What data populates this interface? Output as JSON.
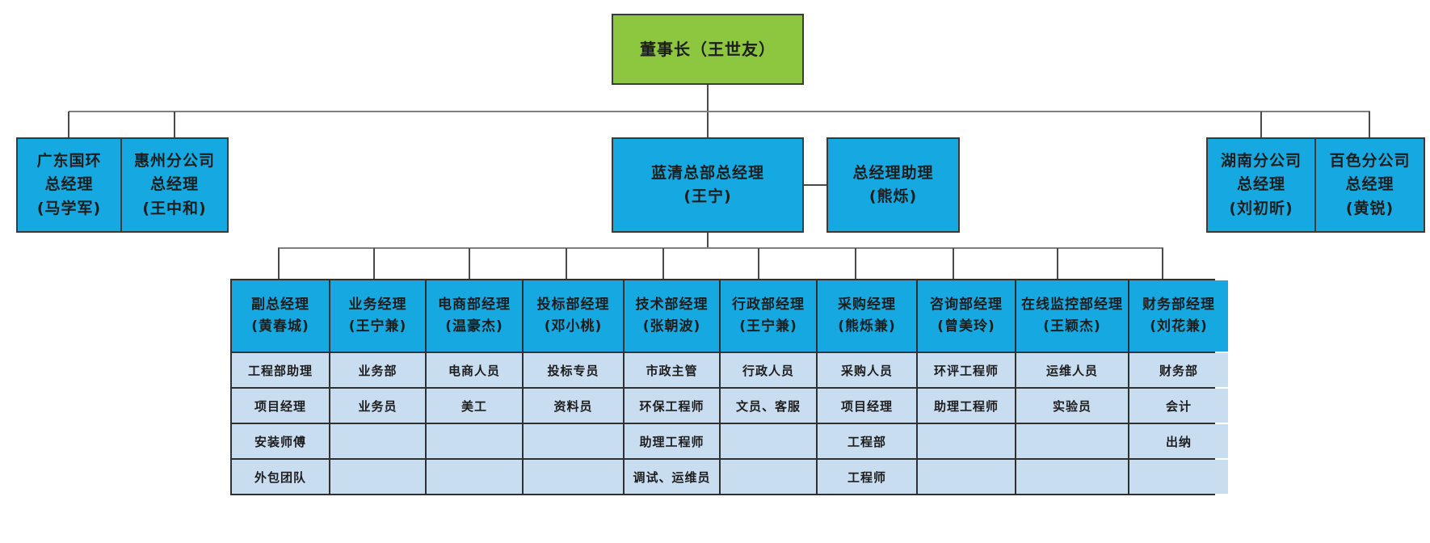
{
  "colors": {
    "chairman_green": "#8dc63f",
    "box_blue": "#16a9e1",
    "cell_light_blue": "#c9ddf1"
  },
  "chairman": {
    "label": "董事长（王世友）"
  },
  "level2": [
    {
      "lines": [
        "广东国环",
        "总经理",
        "(马学军)"
      ]
    },
    {
      "lines": [
        "惠州分公司",
        "总经理",
        "(王中和)"
      ]
    },
    {
      "lines": [
        "蓝清总部总经理",
        "(王宁)"
      ]
    },
    {
      "lines": [
        "总经理助理",
        "(熊烁)"
      ]
    },
    {
      "lines": [
        "湖南分公司",
        "总经理",
        "(刘初昕)"
      ]
    },
    {
      "lines": [
        "百色分公司",
        "总经理",
        "(黄锐)"
      ]
    }
  ],
  "table": {
    "columns": [
      {
        "title": "副总经理",
        "name": "(黄春城)",
        "staff": [
          "工程部助理",
          "项目经理",
          "安装师傅",
          "外包团队"
        ]
      },
      {
        "title": "业务经理",
        "name": "(王宁兼)",
        "staff": [
          "业务部",
          "业务员",
          "",
          ""
        ]
      },
      {
        "title": "电商部经理",
        "name": "(温豪杰)",
        "staff": [
          "电商人员",
          "美工",
          "",
          ""
        ]
      },
      {
        "title": "投标部经理",
        "name": "(邓小桃)",
        "staff": [
          "投标专员",
          "资料员",
          "",
          ""
        ]
      },
      {
        "title": "技术部经理",
        "name": "(张朝波)",
        "staff": [
          "市政主管",
          "环保工程师",
          "助理工程师",
          "调试、运维员"
        ]
      },
      {
        "title": "行政部经理",
        "name": "(王宁兼)",
        "staff": [
          "行政人员",
          "文员、客服",
          "",
          ""
        ]
      },
      {
        "title": "采购经理",
        "name": "(熊烁兼)",
        "staff": [
          "采购人员",
          "项目经理",
          "工程部",
          "工程师"
        ]
      },
      {
        "title": "咨询部经理",
        "name": "(曾美玲)",
        "staff": [
          "环评工程师",
          "助理工程师",
          "",
          ""
        ]
      },
      {
        "title": "在线监控部经理",
        "name": "(王颖杰)",
        "staff": [
          "运维人员",
          "实验员",
          "",
          ""
        ]
      },
      {
        "title": "财务部经理",
        "name": "(刘花兼)",
        "staff": [
          "财务部",
          "会计",
          "出纳",
          ""
        ]
      }
    ]
  }
}
